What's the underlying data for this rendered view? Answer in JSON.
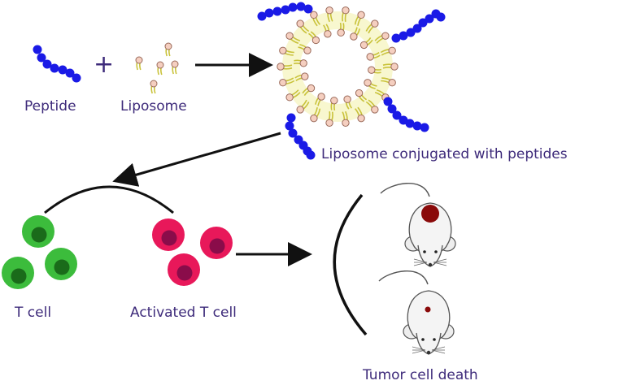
{
  "labels": {
    "peptide": "Peptide",
    "plus": "+",
    "liposome": "Liposome",
    "conjugated": "Liposome conjugated with peptides",
    "t_cell": "T cell",
    "activated_t_cell": "Activated T cell",
    "outcome": "Tumor cell death"
  },
  "colors": {
    "text": "#3d2a7a",
    "peptide_bead": "#1a1ae6",
    "lipid_head": "#f5cfc0",
    "lipid_head_stroke": "#9a6a5a",
    "lipid_tail": "#c9c23a",
    "t_cell_outer": "#3cbc3c",
    "t_cell_inner": "#1a6b1a",
    "activated_outer": "#e8185a",
    "activated_inner": "#8a0c4a",
    "tumor": "#8a0a0a",
    "arrow": "#111111"
  },
  "icons": {
    "peptide": "bead-chain-icon",
    "liposome": "lipid-icon",
    "t_cell": "cell-icon",
    "mouse": "mouse-icon",
    "tumor": "tumor-spot-icon"
  }
}
